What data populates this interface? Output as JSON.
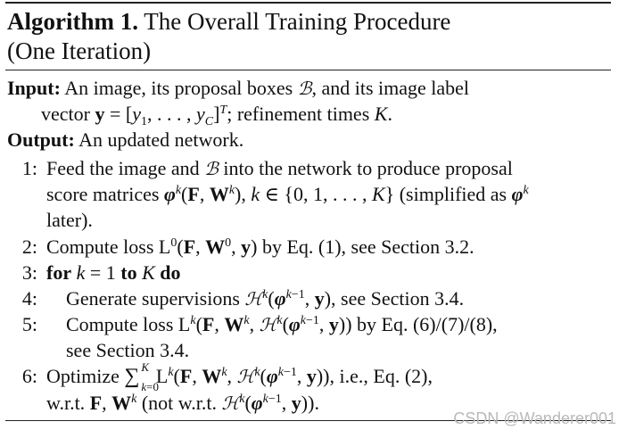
{
  "algorithm": {
    "title_bold": "Algorithm 1.",
    "title_rest": "The Overall Training Procedure",
    "title_line2": "(One Iteration)",
    "input_label": "Input:",
    "input_text_1": "An image, its proposal boxes",
    "input_text_2": ", and its image label",
    "input_text_3": "vector",
    "input_text_4": "; refinement times",
    "output_label": "Output:",
    "output_text": "An updated network.",
    "steps": [
      {
        "num": "1:",
        "a": "Feed the image and",
        "b": "into the network to produce proposal",
        "c": "score matrices",
        "d": "(simplified as",
        "e": "later)."
      },
      {
        "num": "2:",
        "a": "Compute loss",
        "b": "by Eq. (1), see Section 3.2."
      },
      {
        "num": "3:",
        "a": "for",
        "b": "to",
        "c": "do"
      },
      {
        "num": "4:",
        "a": "Generate supervisions",
        "b": ", see Section 3.4."
      },
      {
        "num": "5:",
        "a": "Compute loss",
        "b": "by Eq. (6)/(7)/(8),",
        "c": "see Section 3.4."
      },
      {
        "num": "6:",
        "a": "Optimize",
        "b": ", i.e., Eq. (2),",
        "c": "w.r.t.",
        "d": "(not w.r.t."
      }
    ]
  },
  "watermark": "CSDN @Wanderer001"
}
